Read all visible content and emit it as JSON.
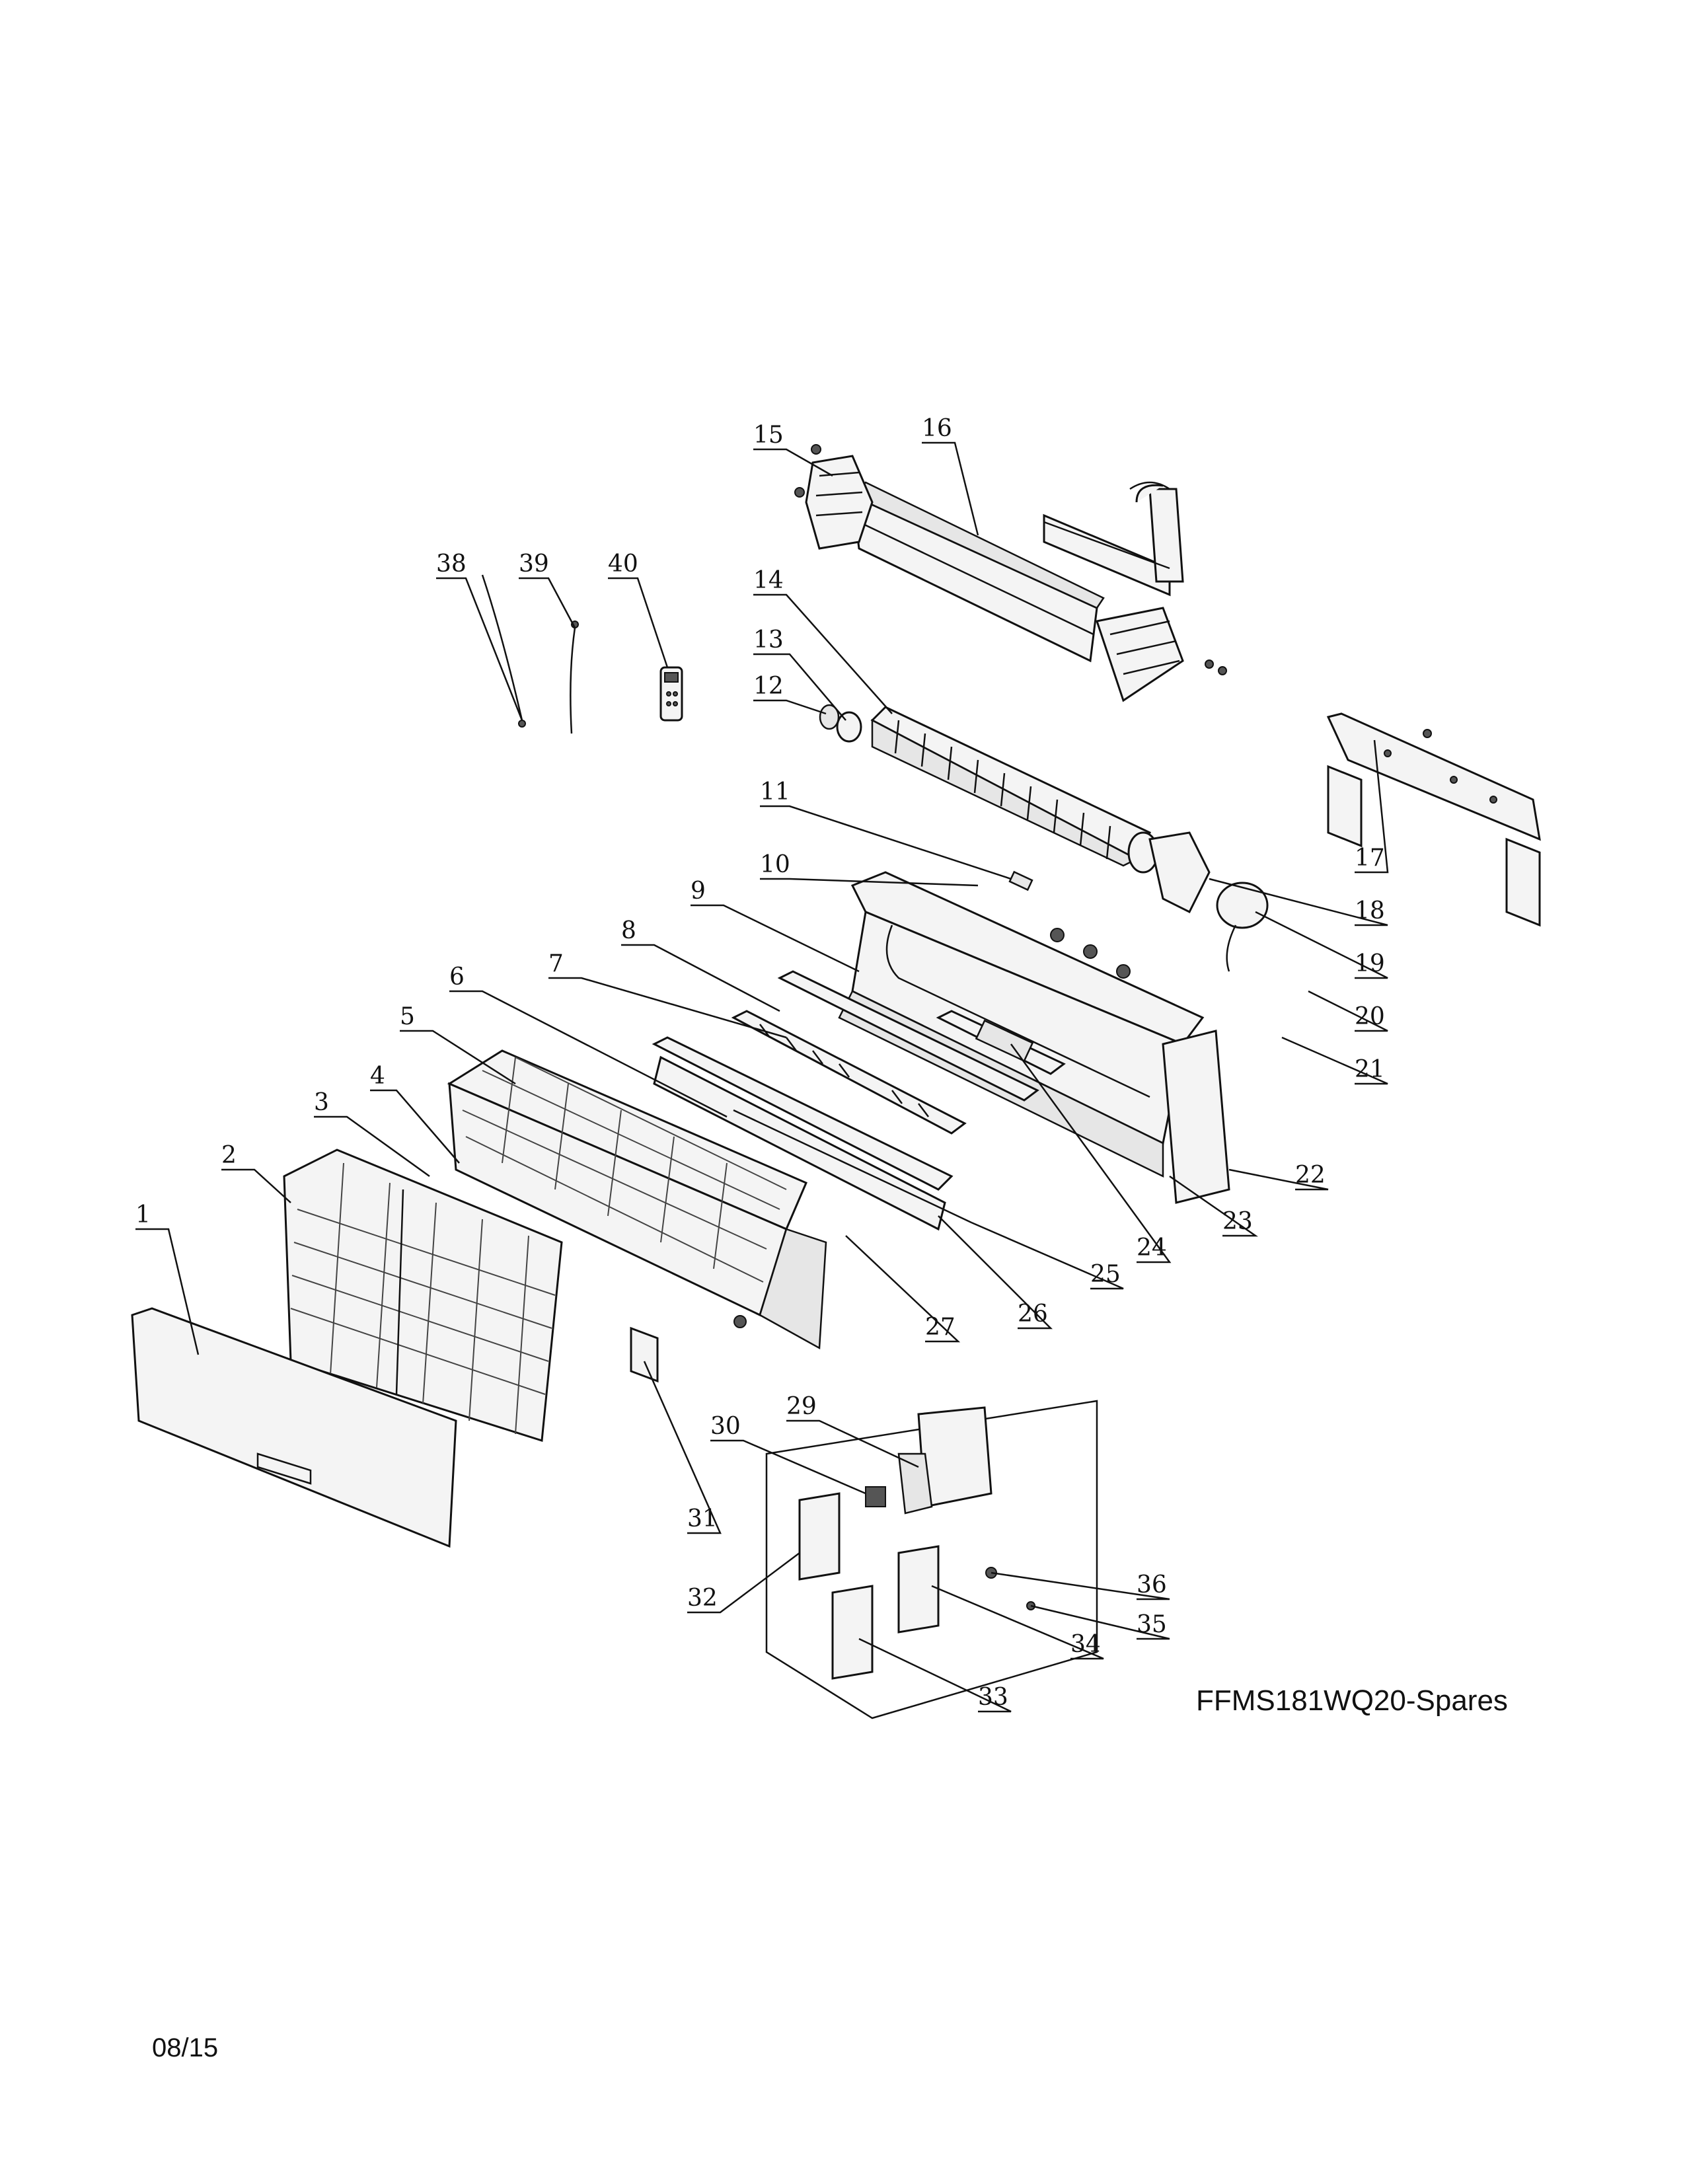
{
  "diagram": {
    "model_label": "FFMS181WQ20-Spares",
    "date_code": "08/15",
    "callouts": [
      {
        "id": "1",
        "label": "1"
      },
      {
        "id": "2",
        "label": "2"
      },
      {
        "id": "3",
        "label": "3"
      },
      {
        "id": "4",
        "label": "4"
      },
      {
        "id": "5",
        "label": "5"
      },
      {
        "id": "6",
        "label": "6"
      },
      {
        "id": "7",
        "label": "7"
      },
      {
        "id": "8",
        "label": "8"
      },
      {
        "id": "9",
        "label": "9"
      },
      {
        "id": "10",
        "label": "10"
      },
      {
        "id": "11",
        "label": "11"
      },
      {
        "id": "12",
        "label": "12"
      },
      {
        "id": "13",
        "label": "13"
      },
      {
        "id": "14",
        "label": "14"
      },
      {
        "id": "15",
        "label": "15"
      },
      {
        "id": "16",
        "label": "16"
      },
      {
        "id": "17",
        "label": "17"
      },
      {
        "id": "18",
        "label": "18"
      },
      {
        "id": "19",
        "label": "19"
      },
      {
        "id": "20",
        "label": "20"
      },
      {
        "id": "21",
        "label": "21"
      },
      {
        "id": "22",
        "label": "22"
      },
      {
        "id": "23",
        "label": "23"
      },
      {
        "id": "24",
        "label": "24"
      },
      {
        "id": "25",
        "label": "25"
      },
      {
        "id": "26",
        "label": "26"
      },
      {
        "id": "27",
        "label": "27"
      },
      {
        "id": "29",
        "label": "29"
      },
      {
        "id": "30",
        "label": "30"
      },
      {
        "id": "31",
        "label": "31"
      },
      {
        "id": "32",
        "label": "32"
      },
      {
        "id": "33",
        "label": "33"
      },
      {
        "id": "34",
        "label": "34"
      },
      {
        "id": "35",
        "label": "35"
      },
      {
        "id": "36",
        "label": "36"
      },
      {
        "id": "38",
        "label": "38"
      },
      {
        "id": "39",
        "label": "39"
      },
      {
        "id": "40",
        "label": "40"
      }
    ]
  }
}
